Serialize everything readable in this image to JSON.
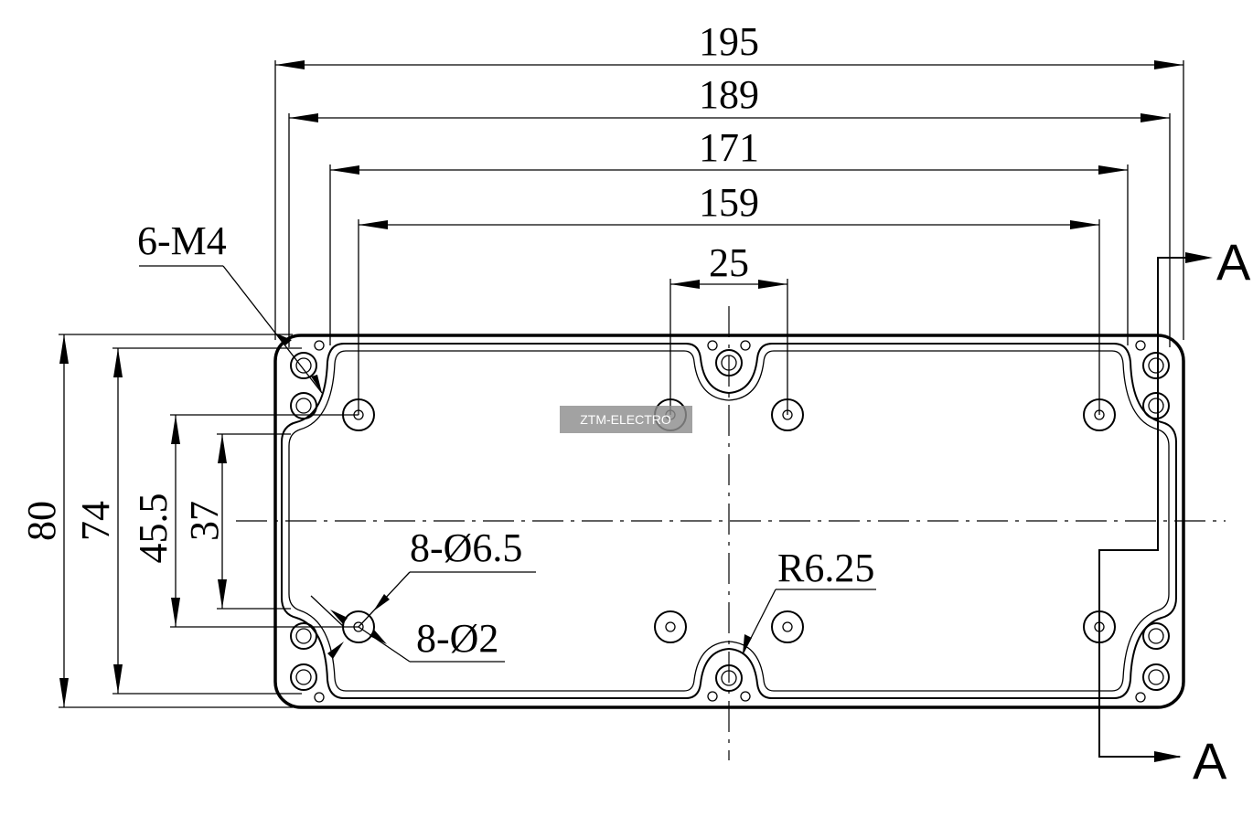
{
  "dimensions": {
    "width_overall": "195",
    "width_inner": "189",
    "hole_spacing_outer": "171",
    "hole_spacing_inner": "159",
    "center_spacing": "25",
    "height_overall": "80",
    "height_inner": "74",
    "hole_spacing_vertical": "45.5",
    "hole_spacing_vertical_inner": "37"
  },
  "callouts": {
    "thread": "6-M4",
    "holes_large": "8-Ø6.5",
    "holes_small": "8-Ø2",
    "radius": "R6.25"
  },
  "section_markers": {
    "top": "A",
    "bottom": "A"
  },
  "watermark": "ZTM-ELECTRO"
}
